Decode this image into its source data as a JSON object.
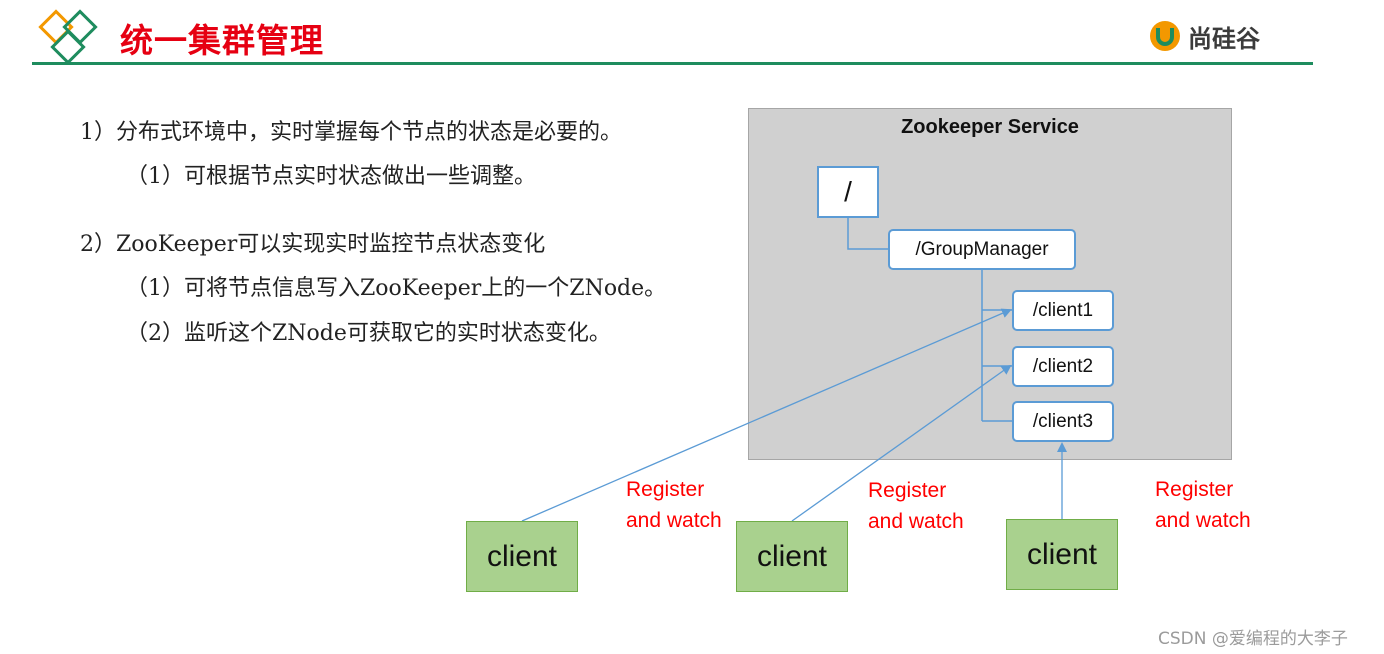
{
  "header": {
    "title": "统一集群管理",
    "brand_name": "尚硅谷",
    "brand_mark": "U",
    "accent_color": "#e60012",
    "line_color": "#1e8c5e"
  },
  "bullets": {
    "b1": "1）分布式环境中，实时掌握每个节点的状态是必要的。",
    "b1a": "（1）可根据节点实时状态做出一些调整。",
    "b2": "2）ZooKeeper可以实现实时监控节点状态变化",
    "b2a": "（1）可将节点信息写入ZooKeeper上的一个ZNode。",
    "b2b": "（2）监听这个ZNode可获取它的实时状态变化。"
  },
  "diagram": {
    "service_title": "Zookeeper Service",
    "nodes": {
      "root": "/",
      "group_manager": "/GroupManager",
      "client1": "/client1",
      "client2": "/client2",
      "client3": "/client3"
    },
    "clients": [
      "client",
      "client",
      "client"
    ],
    "register_line1": "Register",
    "register_line2": "and watch"
  },
  "watermark": "CSDN @爱编程的大李子"
}
